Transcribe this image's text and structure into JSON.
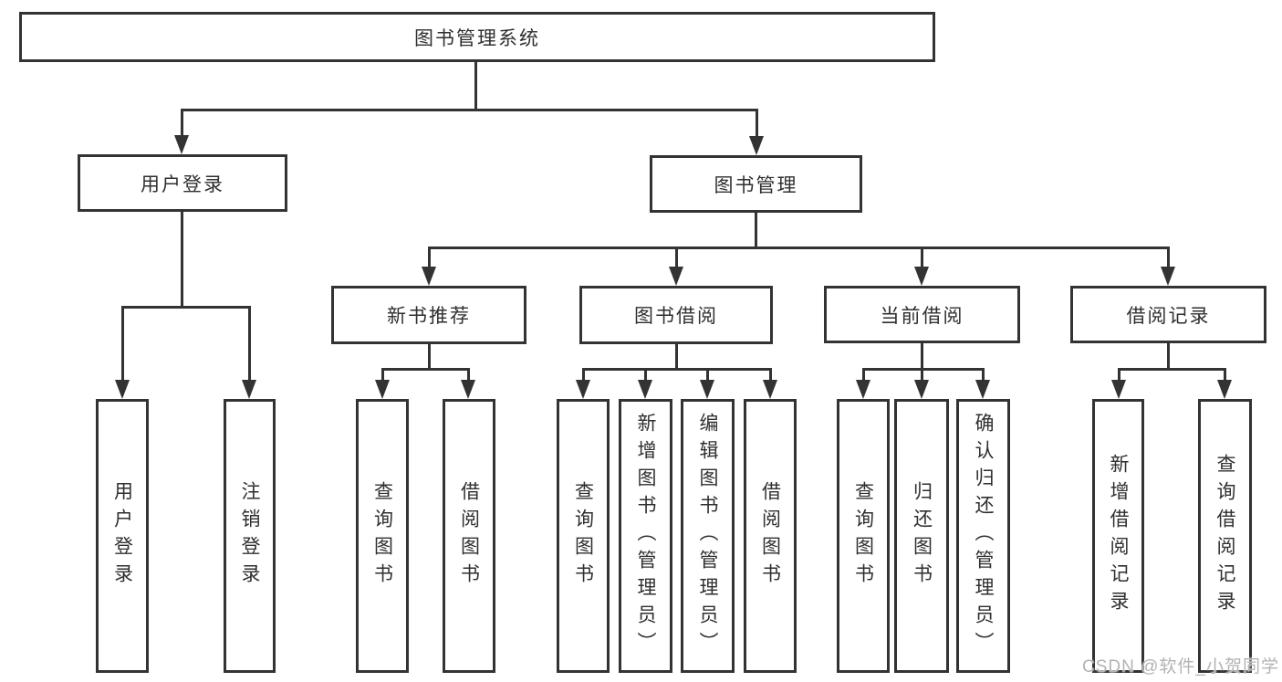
{
  "tree": {
    "root": {
      "label": "图书管理系统",
      "children": [
        {
          "label": "用户登录",
          "children": [
            {
              "label": "用户登录"
            },
            {
              "label": "注销登录"
            }
          ]
        },
        {
          "label": "图书管理",
          "children": [
            {
              "label": "新书推荐",
              "children": [
                {
                  "label": "查询图书"
                },
                {
                  "label": "借阅图书"
                }
              ]
            },
            {
              "label": "图书借阅",
              "children": [
                {
                  "label": "查询图书"
                },
                {
                  "label": "新增图书（管理员）"
                },
                {
                  "label": "编辑图书（管理员）"
                },
                {
                  "label": "借阅图书"
                }
              ]
            },
            {
              "label": "当前借阅",
              "children": [
                {
                  "label": "查询图书"
                },
                {
                  "label": "归还图书"
                },
                {
                  "label": "确认归还（管理员）"
                }
              ]
            },
            {
              "label": "借阅记录",
              "children": [
                {
                  "label": "新增借阅记录"
                },
                {
                  "label": "查询借阅记录"
                }
              ]
            }
          ]
        }
      ]
    }
  },
  "watermark": "CSDN @软件_小贺同学",
  "colors": {
    "line": "#333333",
    "text": "#2f2f2f",
    "watermark": "#b3b3b3",
    "background": "#ffffff"
  }
}
